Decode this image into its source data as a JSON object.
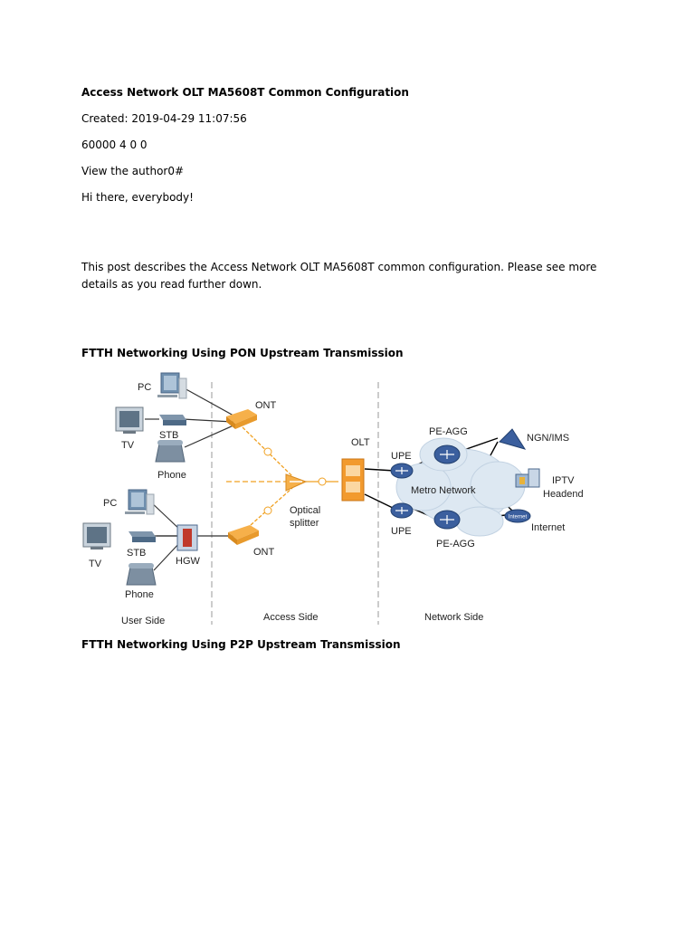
{
  "doc": {
    "title": "Access Network OLT MA5608T Common Configuration",
    "created": "Created: 2019-04-29 11:07:56",
    "stats": "60000 4 0 0",
    "author_link": "View the author0#",
    "greeting": "Hi there, everybody!",
    "intro": "This post describes the Access Network OLT MA5608T common configuration. Please see more details as you read further down.",
    "heading_pon": "FTTH Networking Using PON Upstream Transmission",
    "heading_p2p": "FTTH Networking Using P2P Upstream Transmission"
  },
  "diagram": {
    "pc_top": "PC",
    "tv_top": "TV",
    "stb_top": "STB",
    "phone_top": "Phone",
    "pc_bottom": "PC",
    "tv_bottom": "TV",
    "stb_bottom": "STB",
    "phone_bottom": "Phone",
    "hgw": "HGW",
    "ont_top": "ONT",
    "ont_bottom": "ONT",
    "splitter_1": "Optical",
    "splitter_2": "splitter",
    "olt": "OLT",
    "upe_top": "UPE",
    "upe_bottom": "UPE",
    "pe_agg_top": "PE-AGG",
    "pe_agg_bottom": "PE-AGG",
    "metro": "Metro Network",
    "ngn": "NGN/IMS",
    "iptv_1": "IPTV",
    "iptv_2": "Headend",
    "internet": "Internet",
    "internet_badge": "Internet",
    "user_side": "User Side",
    "access_side": "Access Side",
    "network_side": "Network Side",
    "colors": {
      "fiber": "#f0a020",
      "device_orange": "#f29a2e",
      "router_blue": "#3b5f9e",
      "cloud": "#dde8f2"
    }
  }
}
